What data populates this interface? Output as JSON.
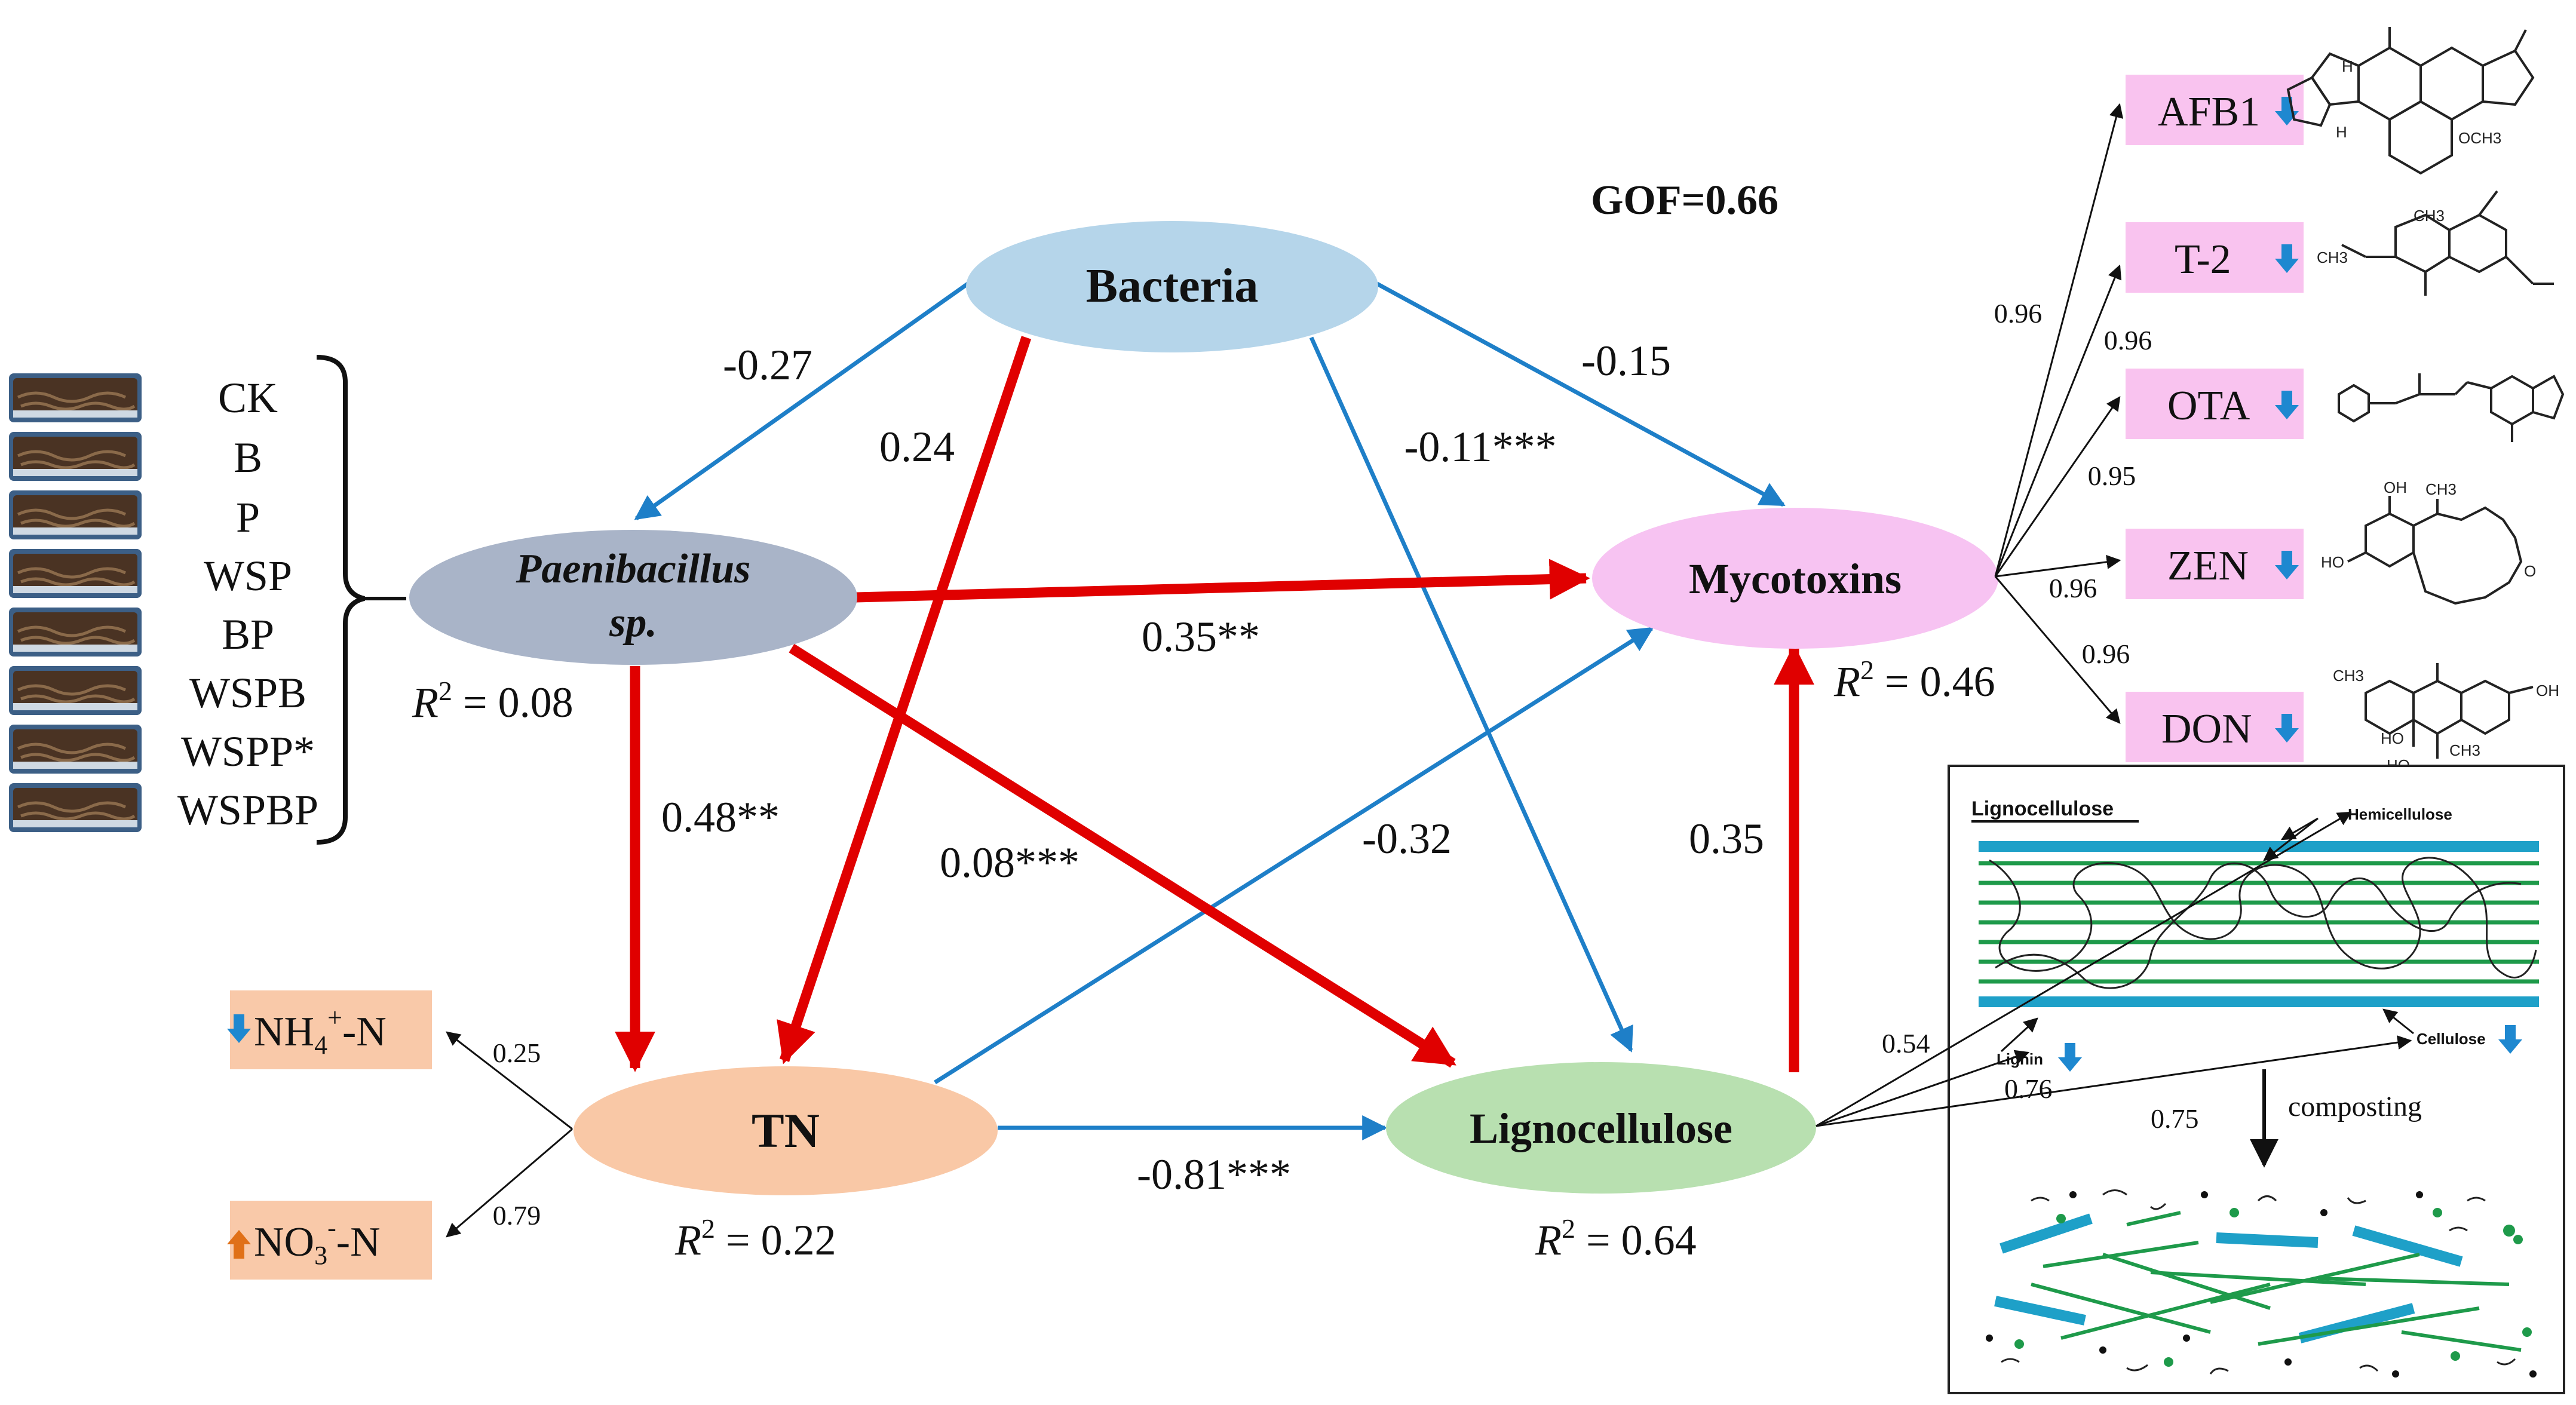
{
  "gof": "GOF=0.66",
  "treatments": [
    "CK",
    "B",
    "P",
    "WSP",
    "BP",
    "WSPB",
    "WSPP*",
    "WSPBP"
  ],
  "nodes": {
    "bacteria": "Bacteria",
    "paenibacillus_line1": "Paenibacillus",
    "paenibacillus_line2": "sp.",
    "mycotoxins": "Mycotoxins",
    "tn": "TN",
    "lignocellulose": "Lignocellulose"
  },
  "r2": {
    "prefix": "R",
    "sup": "2",
    "paenibacillus": " = 0.08",
    "mycotoxins": " = 0.46",
    "tn": " = 0.22",
    "lignocellulose": " = 0.64"
  },
  "paths": {
    "bacteria_paenibacillus": "-0.27",
    "bacteria_tn": "0.24",
    "bacteria_lignocellulose": "-0.11***",
    "bacteria_mycotoxins": "-0.15",
    "paenibacillus_mycotoxins": "0.35**",
    "paenibacillus_tn": "0.48**",
    "paenibacillus_lignocellulose": "0.08***",
    "tn_mycotoxins": "-0.32",
    "lignocellulose_mycotoxins": "0.35",
    "tn_lignocellulose": "-0.81***"
  },
  "mycotoxin_list": [
    {
      "name": "AFB1",
      "loading": "0.96"
    },
    {
      "name": "T-2",
      "loading": "0.96"
    },
    {
      "name": "OTA",
      "loading": "0.95"
    },
    {
      "name": "ZEN",
      "loading": "0.96"
    },
    {
      "name": "DON",
      "loading": "0.96"
    }
  ],
  "nitrogen": {
    "nh4": {
      "main": "NH",
      "sub": "4",
      "sup": "+",
      "tail": "-N",
      "loading": "0.25"
    },
    "no3": {
      "main": "NO",
      "sub": "3",
      "sup": "-",
      "tail": "-N",
      "loading": "0.79"
    }
  },
  "ligno_panel": {
    "title": "Lignocellulose",
    "hemicellulose": "Hemicellulose",
    "lignin": "Lignin",
    "cellulose": "Cellulose",
    "composting": "composting",
    "loading_hemicellulose": "0.54",
    "loading_lignin": "0.76",
    "loading_cellulose": "0.75"
  },
  "chem_labels": {
    "och3": "OCH3",
    "h": "H",
    "ch3": "CH3",
    "oh": "OH",
    "ho": "HO",
    "o": "O"
  },
  "colors": {
    "red_path": "#e00000",
    "blue_path": "#1e7fc8",
    "bacteria_fill": "#b5d5ea",
    "paenibacillus_fill": "#a9b4c8",
    "mycotoxins_fill": "#f7c3f2",
    "tn_fill": "#f9c8a6",
    "lignocellulose_fill": "#b8e0b0",
    "toxin_box": "#f9c3ef",
    "nitrogen_box": "#f9c9a9",
    "down_arrow": "#1e88d0",
    "up_arrow": "#e07018",
    "cellulose": "#1ea0c8",
    "hemicellulose": "#1e9a4a"
  }
}
